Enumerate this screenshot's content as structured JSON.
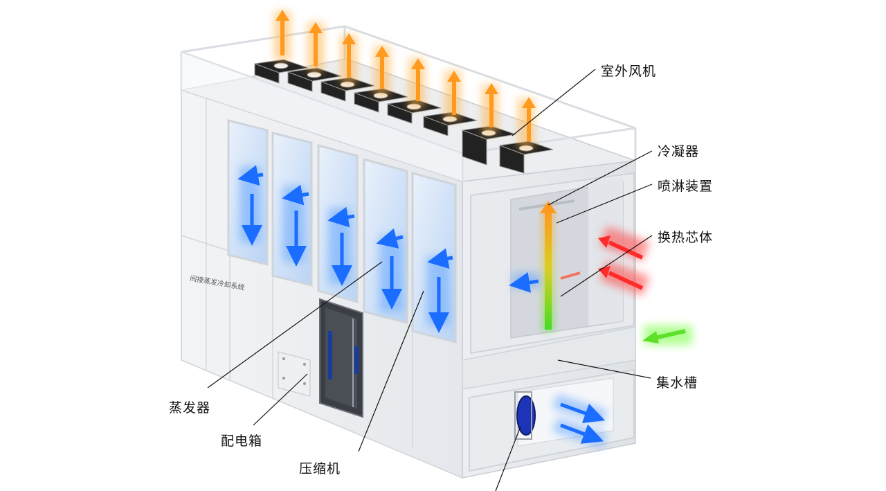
{
  "unit_side_text": "间接蒸发冷却系统",
  "labels": {
    "outdoor_fan": "室外风机",
    "condenser": "冷凝器",
    "spray_device": "喷淋装置",
    "heat_exchange_core": "换热芯体",
    "water_collector": "集水槽",
    "evaporator": "蒸发器",
    "distribution_box": "配电箱",
    "compressor": "压缩机"
  },
  "colors": {
    "exhaust_arrow": "#ff9a1f",
    "cold_air_arrow": "#1a6dff",
    "hot_air_arrow": "#ff2b2b",
    "outdoor_air_arrow": "#5ee02a",
    "frame": "#d9dde2"
  }
}
